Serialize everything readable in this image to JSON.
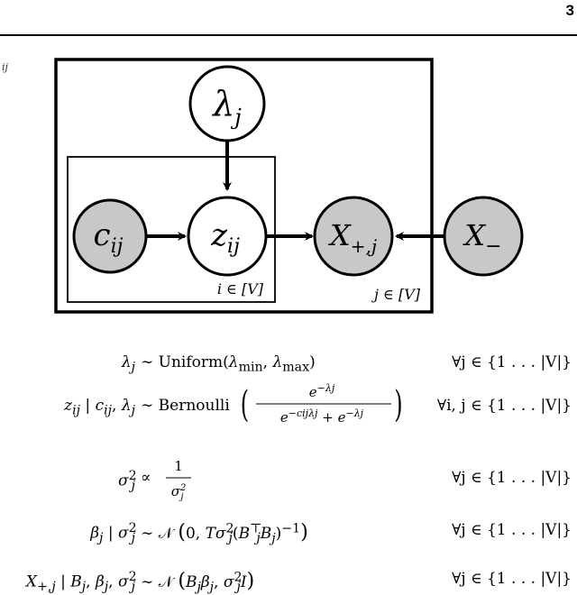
{
  "page_number": "3",
  "margin_fragment": "ij",
  "diagram": {
    "nodes": {
      "lambda": {
        "main": "λ",
        "sub": "j"
      },
      "c": {
        "main": "c",
        "sub": "ij"
      },
      "z": {
        "main": "z",
        "sub": "ij"
      },
      "xplus": {
        "main": "X",
        "sub": "+,j"
      },
      "xminus": {
        "main": "X",
        "sub": "−"
      }
    },
    "plates": {
      "inner": "i ∈ [V]",
      "outer": "j ∈ [V]"
    },
    "colors": {
      "observed_fill": "#c8c8c8",
      "latent_fill": "#ffffff",
      "stroke": "#000000"
    }
  },
  "equations": [
    {
      "lhs": "λj",
      "rhs": "∼ Uniform(λmin, λmax)",
      "quantifier": "∀j ∈ {1 . . . |V|}"
    },
    {
      "lhs": "zij | cij, λj",
      "rhs": "∼ Bernoulli ( e−λj / (e−cijλj + e−λj) )",
      "quantifier": "∀i, j ∈ {1 . . . |V|}"
    },
    {
      "lhs": "σj²",
      "rhs": "∝ 1/σj²",
      "quantifier": "∀j ∈ {1 . . . |V|}"
    },
    {
      "lhs": "βj | σj²",
      "rhs": "∼ 𝒩 (0, Tσj²(BjᵀBj)−1)",
      "quantifier": "∀j ∈ {1 . . . |V|}"
    },
    {
      "lhs": "X+,j | Bj, βj, σj²",
      "rhs": "∼ 𝒩 (Bjβj, σj²I)",
      "quantifier": "∀j ∈ {1 . . . |V|}"
    }
  ]
}
